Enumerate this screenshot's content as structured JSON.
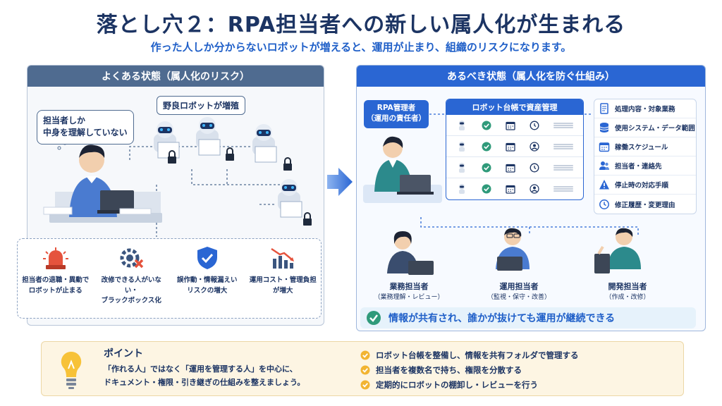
{
  "title": "落とし穴２：RPA担当者への新しい属人化が生まれる",
  "subtitle": "作った人しか分からないロボットが増えると、運用が止まり、組織のリスクになります。",
  "left_panel": {
    "header": "よくある状態（属人化のリスク）",
    "bubble_line1": "担当者しか",
    "bubble_line2": "中身を理解していない",
    "stray_label": "野良ロボットが増殖",
    "risks": [
      {
        "line1": "担当者の退職・異動で",
        "line2": "ロボットが止まる"
      },
      {
        "line1": "改修できる人がいない・",
        "line2": "ブラックボックス化"
      },
      {
        "line1": "誤作動・情報漏えい",
        "line2": "リスクの増大"
      },
      {
        "line1": "運用コスト・管理負担",
        "line2": "が増大"
      }
    ]
  },
  "right_panel": {
    "header": "あるべき状態（属人化を防ぐ仕組み）",
    "manager_line1": "RPA管理者",
    "manager_line2": "（運用の責任者）",
    "ledger_title": "ロボット台帳で資産管理",
    "info_items": [
      {
        "label": "処理内容・対象業務",
        "icon": "document-icon"
      },
      {
        "label": "使用システム・データ範囲",
        "icon": "database-icon"
      },
      {
        "label": "稼働スケジュール",
        "icon": "calendar-icon"
      },
      {
        "label": "担当者・連絡先",
        "icon": "contacts-icon"
      },
      {
        "label": "停止時の対応手順",
        "icon": "warning-icon"
      },
      {
        "label": "修正履歴・変更理由",
        "icon": "history-icon"
      }
    ],
    "people": [
      {
        "name": "業務担当者",
        "role": "（業務理解・レビュー）"
      },
      {
        "name": "運用担当者",
        "role": "（監視・保守・改善）"
      },
      {
        "name": "開発担当者",
        "role": "（作成・改修）"
      }
    ],
    "share_message": "情報が共有され、誰かが抜けても運用が継続できる"
  },
  "point": {
    "title": "ポイント",
    "text_line1": "「作れる人」ではなく「運用を管理する人」を中心に、",
    "text_line2": "ドキュメント・権限・引き継ぎの仕組みを整えましょう。",
    "checklist": [
      "ロボット台帳を整備し、情報を共有フォルダで管理する",
      "担当者を複数名で持ち、権限を分散する",
      "定期的にロボットの棚卸し・レビューを行う"
    ]
  },
  "colors": {
    "navy": "#1c3463",
    "accent_blue": "#2a66d3",
    "risk_red": "#e5533d",
    "check_green": "#2f9a7a",
    "point_bg": "#fdf5e3"
  }
}
